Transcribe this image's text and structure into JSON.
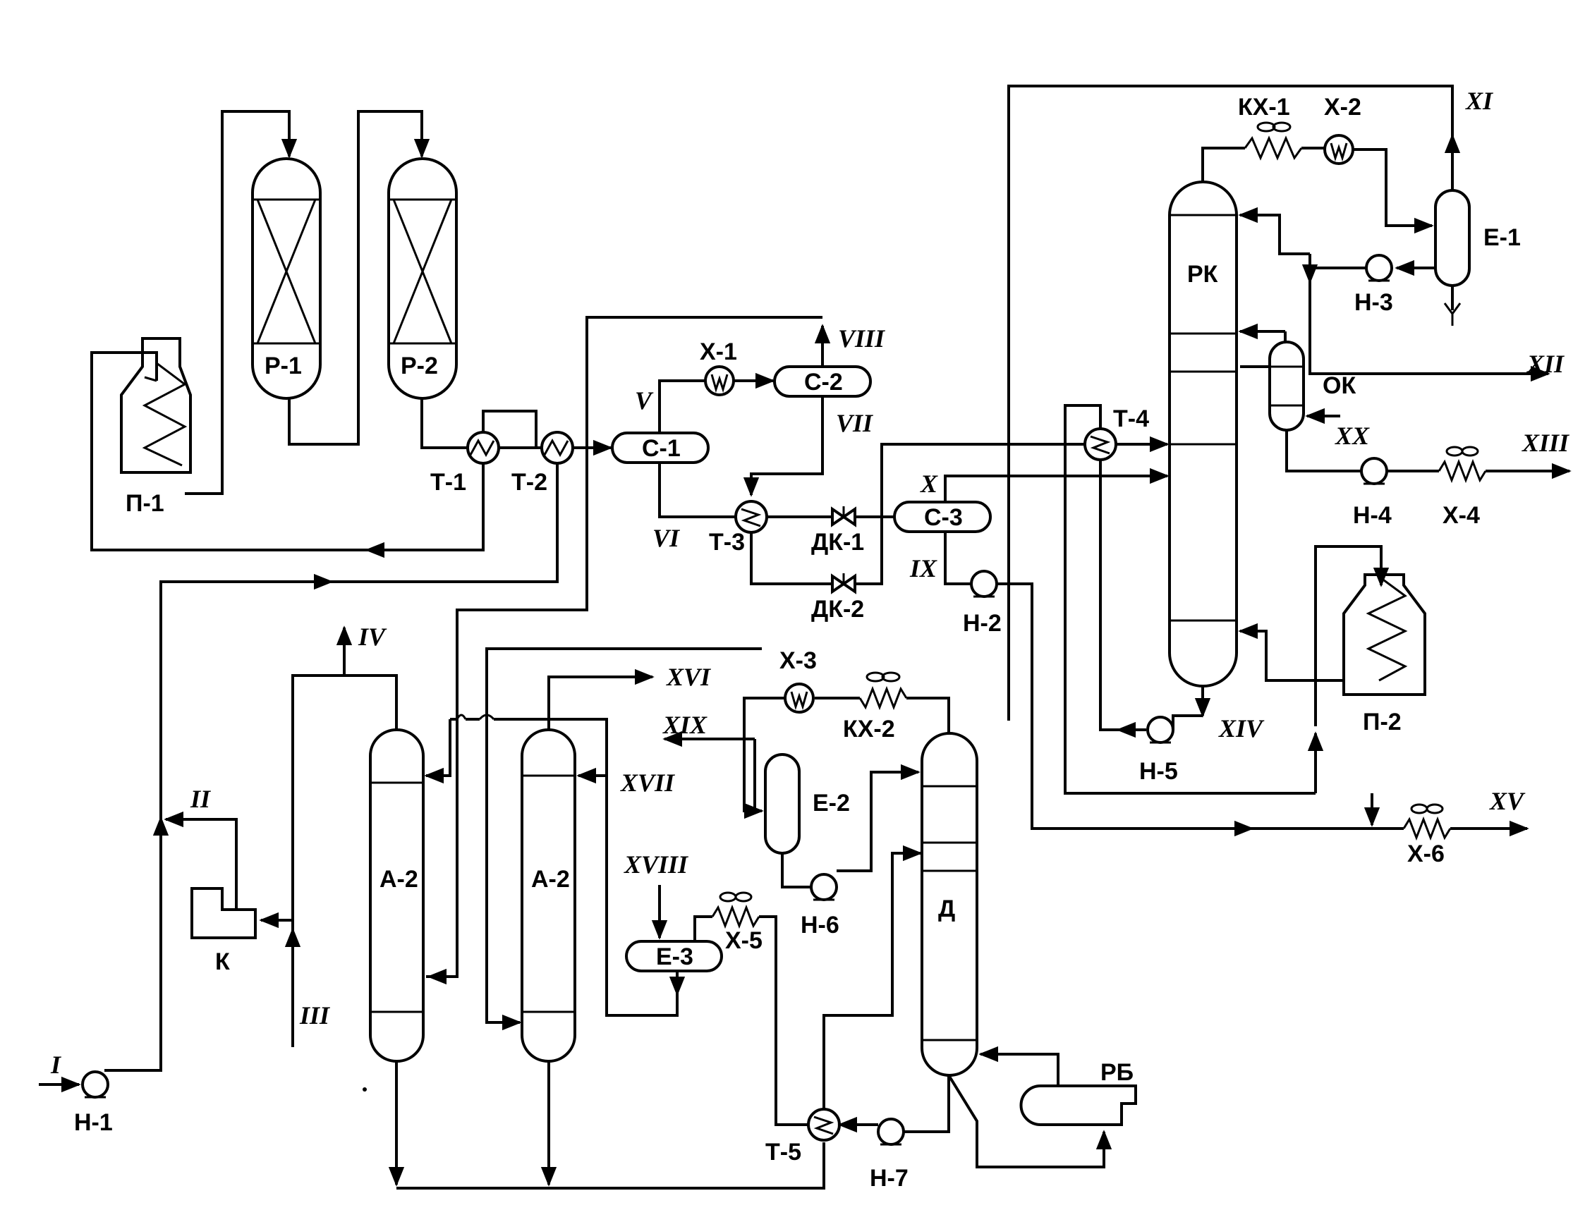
{
  "equipment": {
    "p1": "П-1",
    "p2": "П-2",
    "r1": "Р-1",
    "r2": "Р-2",
    "t1": "Т-1",
    "t2": "Т-2",
    "t3": "Т-3",
    "t4": "Т-4",
    "t5": "Т-5",
    "c1": "С-1",
    "c2": "С-2",
    "c3": "С-3",
    "x1": "Х-1",
    "x2": "Х-2",
    "x3": "Х-3",
    "x4": "Х-4",
    "x5": "Х-5",
    "x6": "Х-6",
    "kx1": "КХ-1",
    "kx2": "КХ-2",
    "dk1": "ДК-1",
    "dk2": "ДК-2",
    "e1": "Е-1",
    "e2": "Е-2",
    "e3": "Е-3",
    "h1": "Н-1",
    "h2": "Н-2",
    "h3": "Н-3",
    "h4": "Н-4",
    "h5": "Н-5",
    "h6": "Н-6",
    "h7": "Н-7",
    "rk": "РК",
    "ok": "ОК",
    "a2_left": "А-2",
    "a2_right": "А-2",
    "d": "Д",
    "k": "К",
    "rb": "РБ"
  },
  "streams": {
    "I": "I",
    "II": "II",
    "III": "III",
    "IV": "IV",
    "V": "V",
    "VI": "VI",
    "VII": "VII",
    "VIII": "VIII",
    "IX": "IX",
    "X": "X",
    "XI": "XI",
    "XII": "XII",
    "XIII": "XIII",
    "XIV": "XIV",
    "XV": "XV",
    "XVI": "XVI",
    "XVII": "XVII",
    "XVIII": "XVIII",
    "XIX": "XIX",
    "XX": "XX"
  }
}
